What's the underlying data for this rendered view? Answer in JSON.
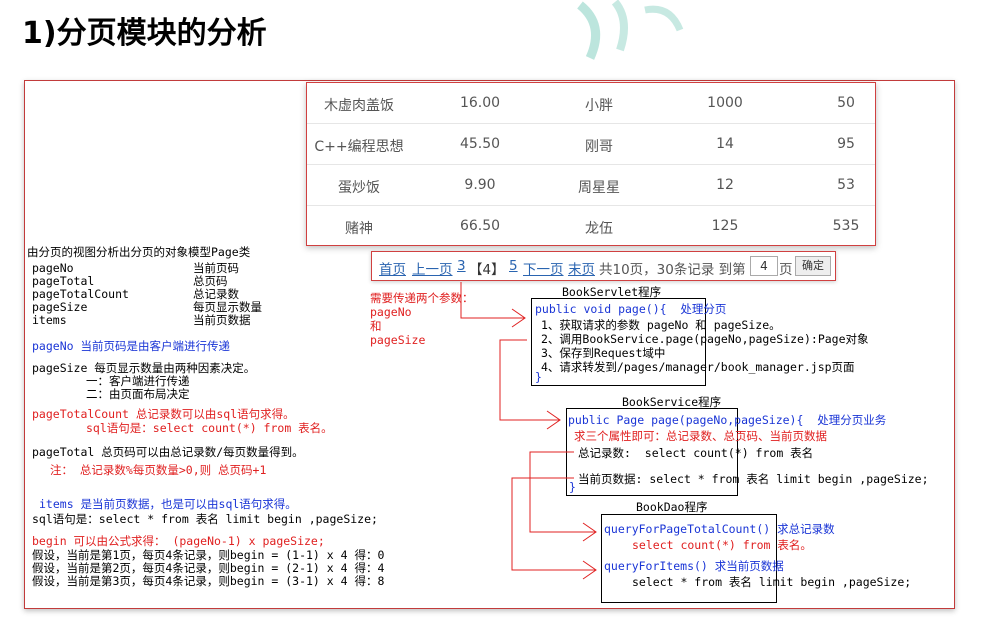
{
  "title": "1)分页模块的分析",
  "table": {
    "rows": [
      [
        "木虚肉盖饭",
        "16.00",
        "小胖",
        "1000",
        "50"
      ],
      [
        "C++编程思想",
        "45.50",
        "刚哥",
        "14",
        "95"
      ],
      [
        "蛋炒饭",
        "9.90",
        "周星星",
        "12",
        "53"
      ],
      [
        "赌神",
        "66.50",
        "龙伍",
        "125",
        "535"
      ]
    ]
  },
  "pager": {
    "first": "首页",
    "prev": "上一页",
    "page3": "3",
    "current": "【4】",
    "page5": "5",
    "next": "下一页",
    "last": "末页",
    "summary": "共10页，30条记录 到第",
    "input_value": "4",
    "page_unit": "页",
    "confirm": "确定"
  },
  "model": {
    "heading": "由分页的视图分析出分页的对象模型Page类",
    "fields": [
      {
        "name": "pageNo",
        "desc": "当前页码"
      },
      {
        "name": "pageTotal",
        "desc": "总页码"
      },
      {
        "name": "pageTotalCount",
        "desc": "总记录数"
      },
      {
        "name": "pageSize",
        "desc": "每页显示数量"
      },
      {
        "name": "items",
        "desc": "当前页数据"
      }
    ]
  },
  "notes": {
    "pageNo": "pageNo 当前页码是由客户端进行传递",
    "pageSize_1": "pageSize 每页显示数量由两种因素决定。",
    "pageSize_2": "一：客户端进行传递",
    "pageSize_3": "二：由页面布局决定",
    "ptc_1": "pageTotalCount 总记录数可以由sql语句求得。",
    "ptc_2": "sql语句是：select count(*) from 表名。",
    "pt_1": "pageTotal 总页码可以由总记录数/每页数量得到。",
    "pt_2": "注： 总记录数%每页数量>0,则 总页码+1",
    "items_1": "items 是当前页数据，也是可以由sql语句求得。",
    "items_2": "sql语句是：select * from 表名 limit begin ,pageSize;",
    "begin_1": "begin 可以由公式求得： (pageNo-1) x pageSize;",
    "begin_2": "假设，当前是第1页，每页4条记录，则begin = (1-1) x 4 得：0",
    "begin_3": "假设，当前是第2页，每页4条记录，则begin = (2-1) x 4 得：4",
    "begin_4": "假设，当前是第3页，每页4条记录，则begin = (3-1) x 4 得：8"
  },
  "params_note": {
    "line1": "需要传递两个参数：",
    "line2": "pageNo",
    "line3": "和",
    "line4": "pageSize"
  },
  "servlet": {
    "label": "BookServlet程序",
    "sig": "public void page(){  处理分页",
    "steps": [
      "1、获取请求的参数 pageNo 和 pageSize。",
      "2、调用BookService.page(pageNo,pageSize):Page对象",
      "3、保存到Request域中",
      "4、请求转发到/pages/manager/book_manager.jsp页面"
    ],
    "close": "}"
  },
  "service": {
    "label": "BookService程序",
    "sig": "public Page page(pageNo,pageSize){  处理分页业务",
    "note": "求三个属性即可：总记录数、总页码、当前页数据",
    "total": "总记录数:  select count(*) from 表名",
    "items": "当前页数据: select * from 表名 limit begin ,pageSize;",
    "close": "}"
  },
  "dao": {
    "label": "BookDao程序",
    "m1": "queryForPageTotalCount() 求总记录数",
    "m1_sql": "select count(*) from 表名。",
    "m2": "queryForItems() 求当前页数据",
    "m2_sql": "select * from 表名 limit begin ,pageSize;"
  },
  "colors": {
    "red": "#e02020",
    "blue": "#1a35d6",
    "watermark": "#8fd3c6"
  }
}
